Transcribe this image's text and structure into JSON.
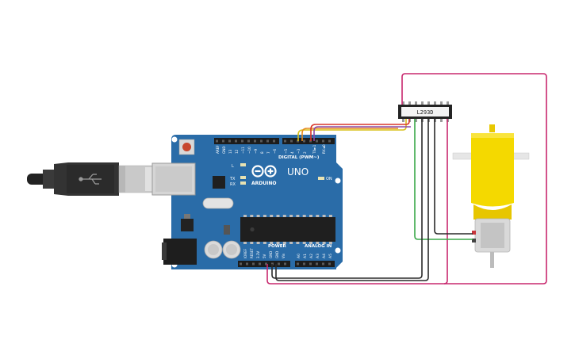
{
  "board": {
    "brand": "ARDUINO",
    "model": "UNO",
    "digital_header": "DIGITAL (PWM~)",
    "analog_header": "ANALOG IN",
    "power_header": "POWER",
    "on_label": "ON",
    "l_label": "L",
    "tx_label": "TX",
    "rx_label": "RX",
    "digital_pins": [
      "AREF",
      "GND",
      "13",
      "12",
      "~11",
      "~10",
      "~9",
      "8",
      "7",
      "~6",
      "~5",
      "4",
      "~3",
      "2",
      "TX►1",
      "RX◄0"
    ],
    "power_pins": [
      "IOREF",
      "RESET",
      "3.3V",
      "5V",
      "GND",
      "GND",
      "Vin"
    ],
    "analog_pins": [
      "A0",
      "A1",
      "A2",
      "A3",
      "A4",
      "A5"
    ]
  },
  "chip": {
    "label": "L293D"
  },
  "colors": {
    "board": "#2a6ca8",
    "wire_magenta": "#c8286e",
    "wire_orange": "#e58a1f",
    "wire_yellow": "#d8c019",
    "wire_red": "#d8362b",
    "wire_purple": "#8a48a8",
    "wire_green": "#3aa849",
    "wire_black": "#2a2a2a",
    "motor_body": "#f4d900"
  },
  "icons": [
    "usb-icon",
    "arduino-infinity-logo"
  ]
}
